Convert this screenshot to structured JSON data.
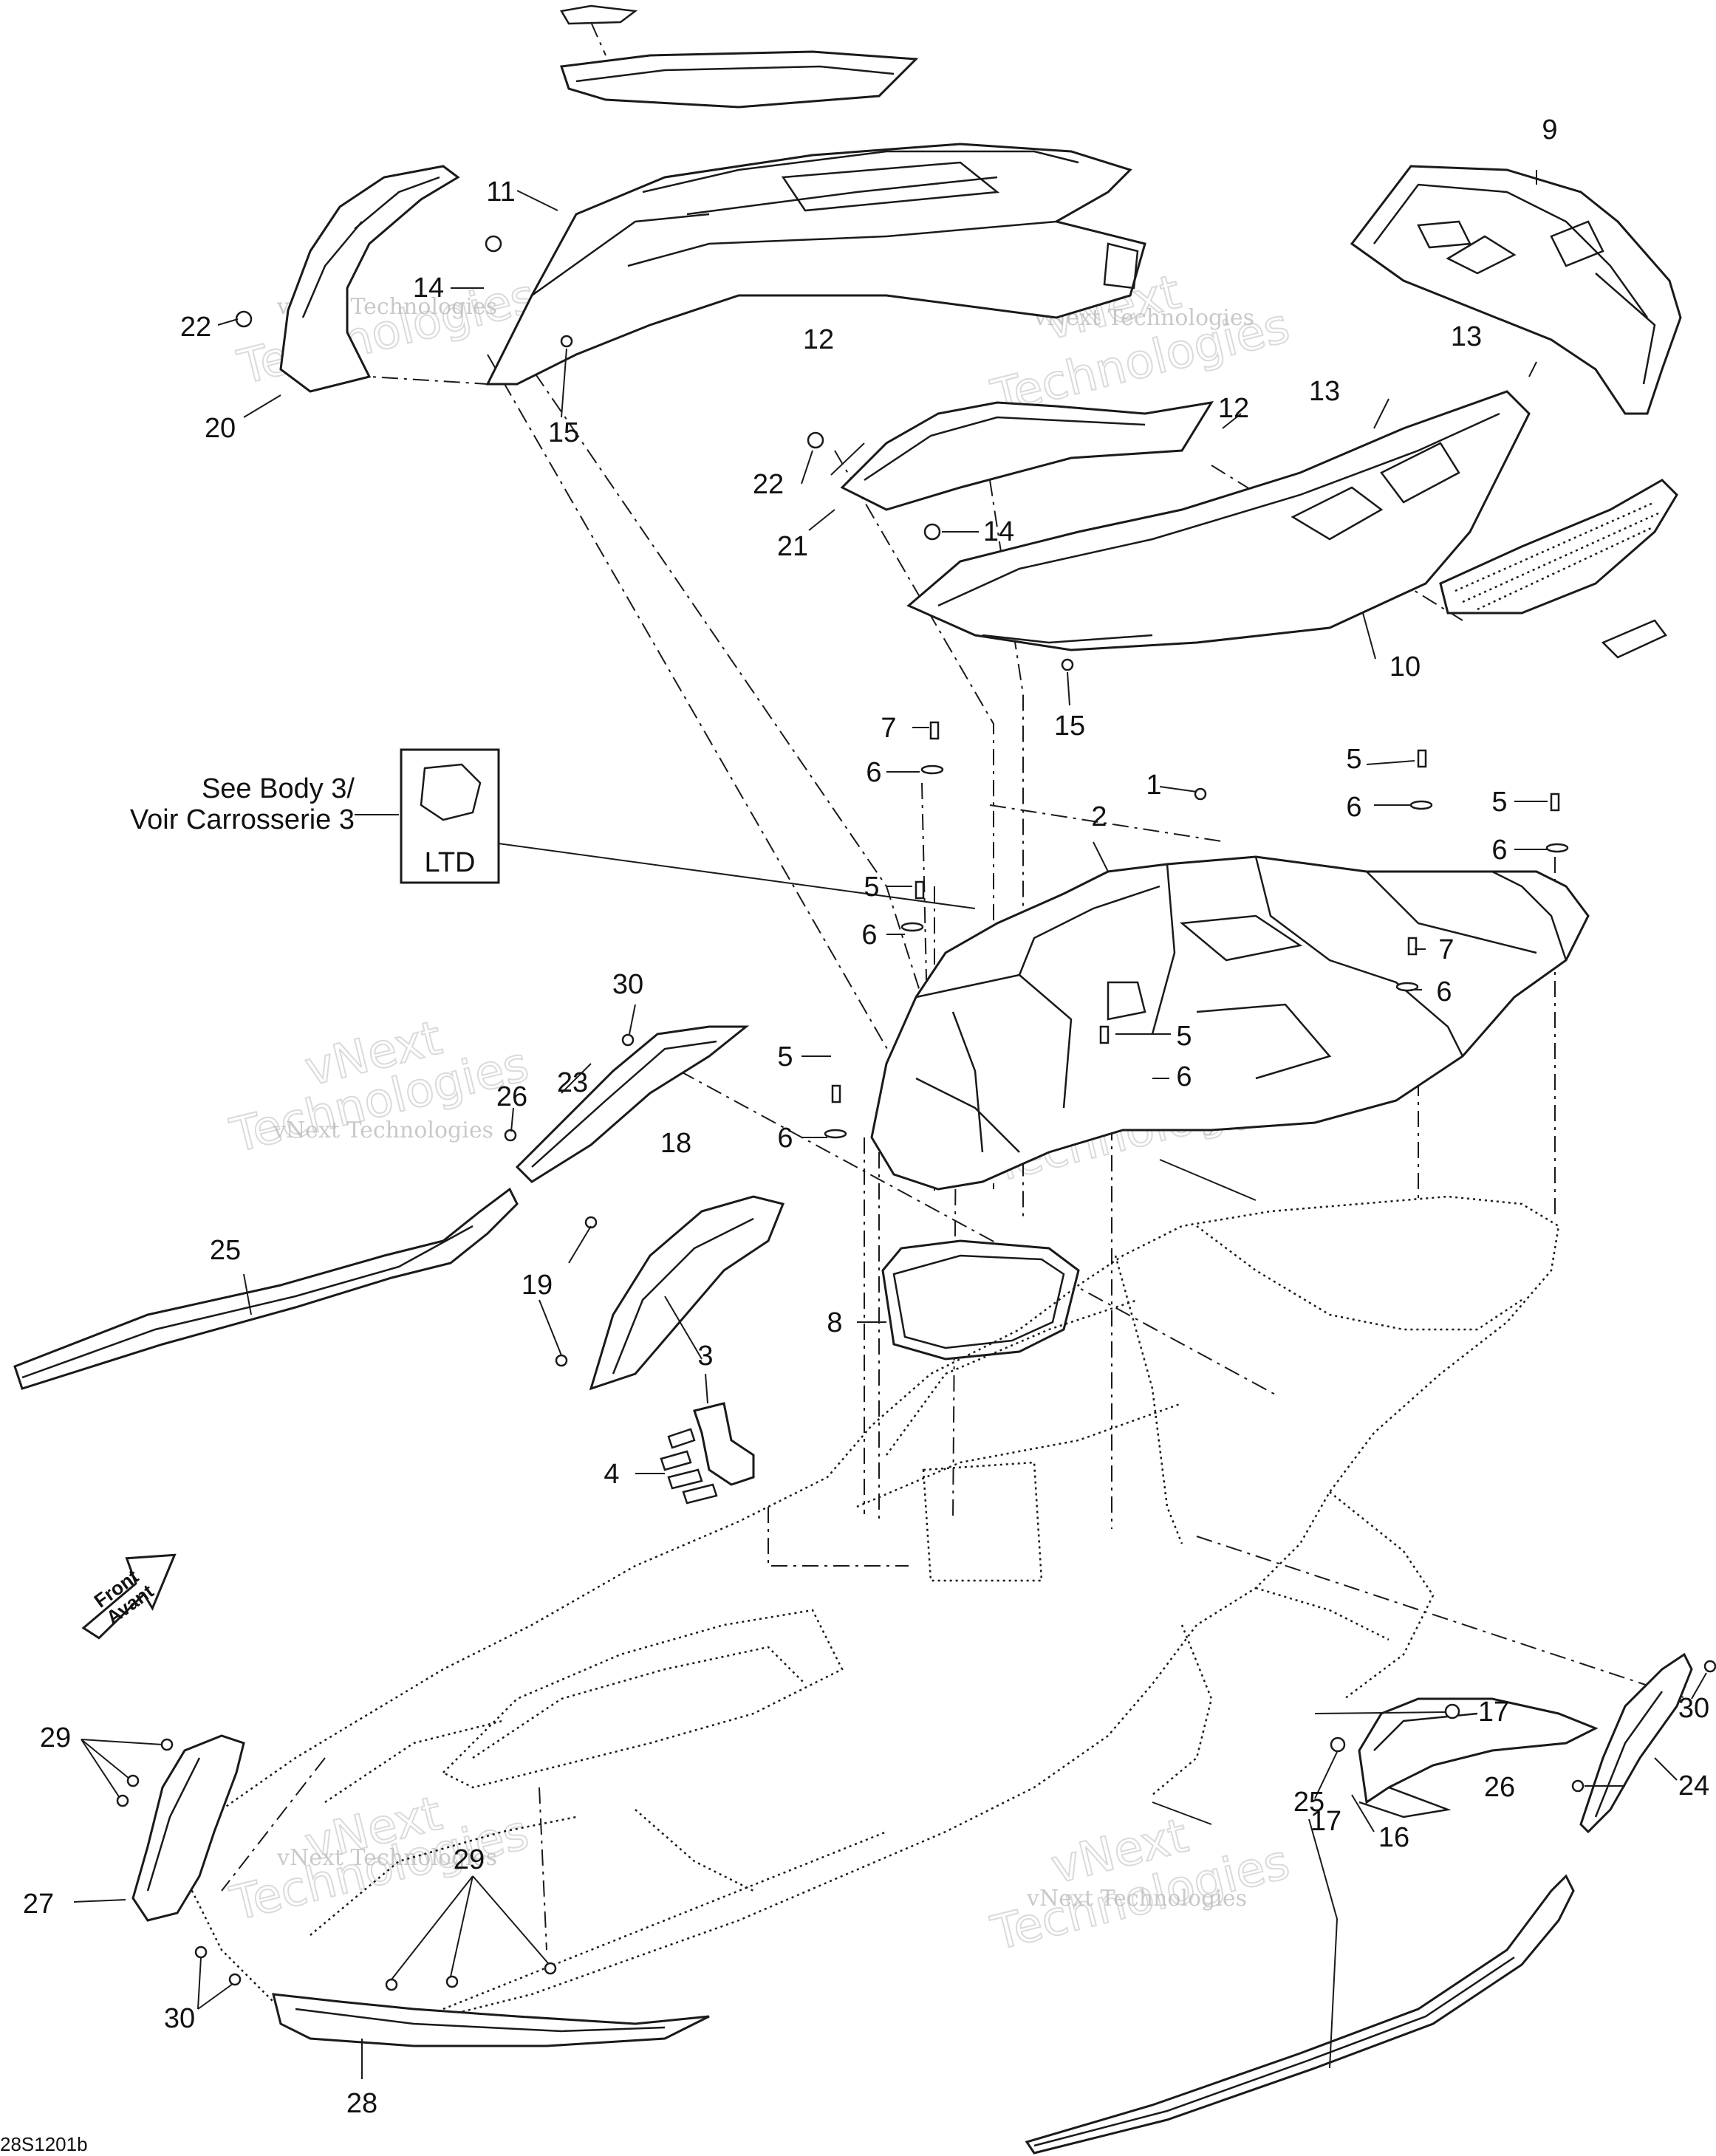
{
  "diagram": {
    "callouts": [
      {
        "id": "c1",
        "text": "1"
      },
      {
        "id": "c2",
        "text": "2"
      },
      {
        "id": "c3",
        "text": "3"
      },
      {
        "id": "c4",
        "text": "4"
      },
      {
        "id": "c5a",
        "text": "5"
      },
      {
        "id": "c5b",
        "text": "5"
      },
      {
        "id": "c5c",
        "text": "5"
      },
      {
        "id": "c5d",
        "text": "5"
      },
      {
        "id": "c5e",
        "text": "5"
      },
      {
        "id": "c6a",
        "text": "6"
      },
      {
        "id": "c6b",
        "text": "6"
      },
      {
        "id": "c6c",
        "text": "6"
      },
      {
        "id": "c6d",
        "text": "6"
      },
      {
        "id": "c6e",
        "text": "6"
      },
      {
        "id": "c6f",
        "text": "6"
      },
      {
        "id": "c6g",
        "text": "6"
      },
      {
        "id": "c7a",
        "text": "7"
      },
      {
        "id": "c7b",
        "text": "7"
      },
      {
        "id": "c8",
        "text": "8"
      },
      {
        "id": "c9",
        "text": "9"
      },
      {
        "id": "c10",
        "text": "10"
      },
      {
        "id": "c11",
        "text": "11"
      },
      {
        "id": "c12a",
        "text": "12"
      },
      {
        "id": "c12b",
        "text": "12"
      },
      {
        "id": "c13a",
        "text": "13"
      },
      {
        "id": "c13b",
        "text": "13"
      },
      {
        "id": "c14a",
        "text": "14"
      },
      {
        "id": "c14b",
        "text": "14"
      },
      {
        "id": "c15a",
        "text": "15"
      },
      {
        "id": "c15b",
        "text": "15"
      },
      {
        "id": "c16",
        "text": "16"
      },
      {
        "id": "c17a",
        "text": "17"
      },
      {
        "id": "c17b",
        "text": "17"
      },
      {
        "id": "c18",
        "text": "18"
      },
      {
        "id": "c19",
        "text": "19"
      },
      {
        "id": "c20",
        "text": "20"
      },
      {
        "id": "c21",
        "text": "21"
      },
      {
        "id": "c22a",
        "text": "22"
      },
      {
        "id": "c22b",
        "text": "22"
      },
      {
        "id": "c23",
        "text": "23"
      },
      {
        "id": "c24",
        "text": "24"
      },
      {
        "id": "c25a",
        "text": "25"
      },
      {
        "id": "c25b",
        "text": "25"
      },
      {
        "id": "c26a",
        "text": "26"
      },
      {
        "id": "c26b",
        "text": "26"
      },
      {
        "id": "c27",
        "text": "27"
      },
      {
        "id": "c28",
        "text": "28"
      },
      {
        "id": "c29a",
        "text": "29"
      },
      {
        "id": "c29b",
        "text": "29"
      },
      {
        "id": "c30a",
        "text": "30"
      },
      {
        "id": "c30b",
        "text": "30"
      },
      {
        "id": "c30c",
        "text": "30"
      }
    ],
    "see_body_line1": "See Body 3/",
    "see_body_line2": "Voir Carrosserie 3",
    "ltd_label": "LTD",
    "front_label_line1": "Front",
    "front_label_line2": "Avant",
    "watermark": "vNext Technologies",
    "watermark_line1": "vNext",
    "watermark_line2": "Technologies",
    "drawing_ref": "28S1201b"
  }
}
